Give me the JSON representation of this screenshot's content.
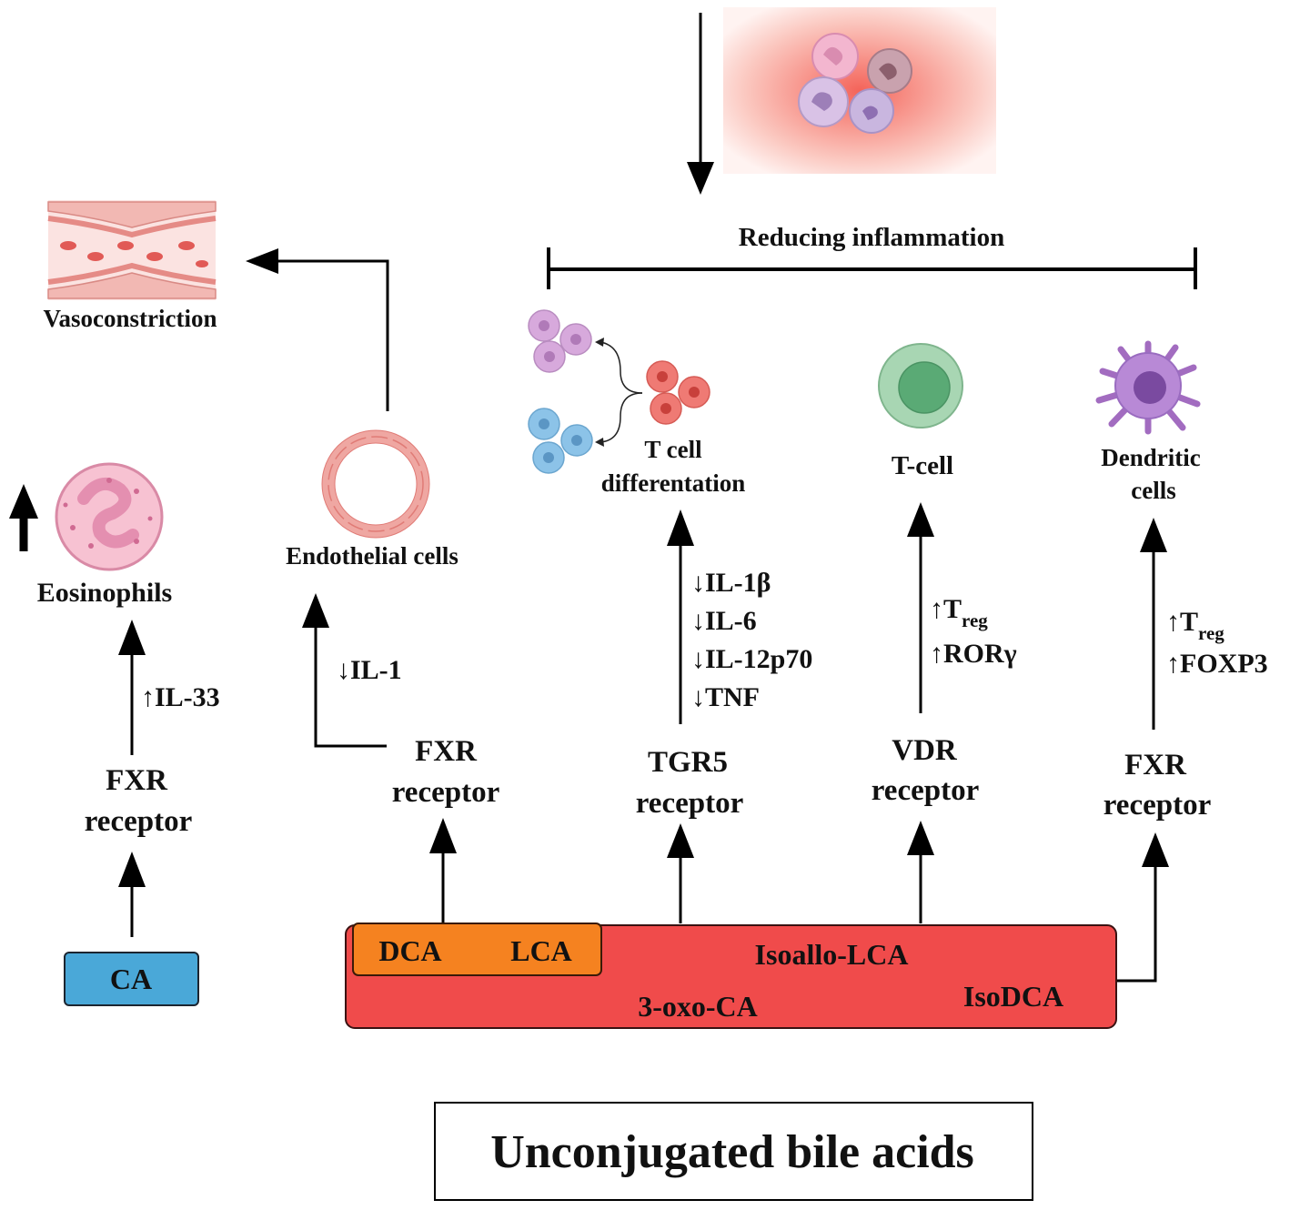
{
  "title": "Unconjugated bile acids",
  "nodes": {
    "ca": "CA",
    "dca": "DCA",
    "lca": "LCA",
    "isoallo_lca": "Isoallo-LCA",
    "oxo_ca": "3-oxo-CA",
    "isodca": "IsoDCA",
    "fxr1_line1": "FXR",
    "fxr1_line2": "receptor",
    "fxr2_line1": "FXR",
    "fxr2_line2": "receptor",
    "tgr5_line1": "TGR5",
    "tgr5_line2": "receptor",
    "vdr_line1": "VDR",
    "vdr_line2": "receptor",
    "fxr3_line1": "FXR",
    "fxr3_line2": "receptor",
    "eosinophils": "Eosinophils",
    "endothelial": "Endothelial cells",
    "vasoconstriction": "Vasoconstriction",
    "tcell_diff_line1": "T cell",
    "tcell_diff_line2": "differentation",
    "tcell": "T-cell",
    "dendritic_line1": "Dendritic",
    "dendritic_line2": "cells",
    "reducing_inflammation": "Reducing inflammation"
  },
  "edge_labels": {
    "il33": "↑IL-33",
    "il1": "↓IL-1",
    "tgr5_effects": [
      "↓IL-1β",
      "↓IL-6",
      "↓IL-12p70",
      "↓TNF"
    ],
    "vdr_treg": "↑T",
    "vdr_treg_sub": "reg",
    "vdr_ror": "↑RORγ",
    "fxr_treg": "↑T",
    "fxr_treg_sub": "reg",
    "fxr_foxp3": "↑FOXP3"
  },
  "colors": {
    "ca_box": "#4aa8d8",
    "dca_lca_box": "#f58220",
    "bile_acid_bar": "#f04b4b",
    "arrow": "#000000"
  },
  "icons": [
    "vessel-icon",
    "eosinophil-icon",
    "endothelial-ring-icon",
    "inflammation-cells-icon",
    "t-cell-differentiation-icon",
    "t-cell-icon",
    "dendritic-cell-icon",
    "up-arrow-icon"
  ]
}
